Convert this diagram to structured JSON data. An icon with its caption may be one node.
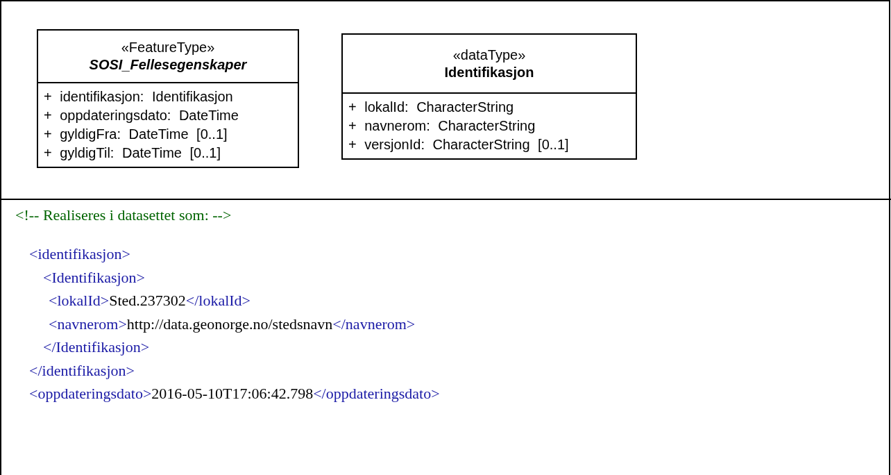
{
  "diagram": {
    "nodes": [
      {
        "text": [
          "«FeatureType»",
          "SOSI_Fellesegenskaper",
          "+ identifikasjon: Identifikasjon",
          "+ oppdateringsdato: DateTime",
          "+ gyldigFra: DateTime [0..1]",
          "+ gyldigTil: DateTime [0..1]"
        ]
      },
      {
        "text": [
          "«dataType»",
          "Identifikasjon",
          "+ lokalId: CharacterString",
          "+ navnerom: CharacterString",
          "+ versjonId: CharacterString [0..1]"
        ]
      }
    ],
    "labels": [
      "<!-- Realiseres i datasettet som: -->",
      "<identifikasjon>",
      "<Identifikasjon>",
      "<lokalId>Sted.237302</lokalId>",
      "<navnerom>http://data.geonorge.no/stedsnavn</navnerom>",
      "</Identifikasjon>",
      "</identifikasjon>",
      "<oppdateringsdato>2016-05-10T17:06:42.798</oppdateringsdato>"
    ]
  }
}
